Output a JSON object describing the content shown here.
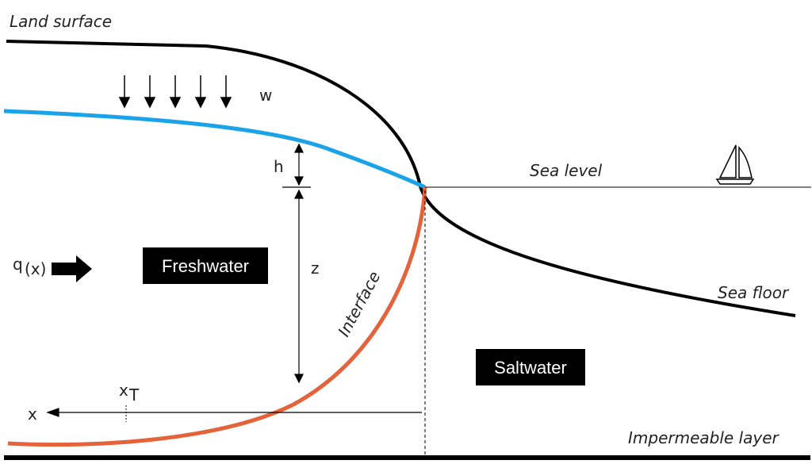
{
  "labels": {
    "land_surface": "Land surface",
    "sea_level": "Sea level",
    "sea_floor": "Sea floor",
    "impermeable_layer": "Impermeable layer",
    "interface": "Interface",
    "w": "w",
    "h": "h",
    "z": "z",
    "x": "x",
    "q_main": "q",
    "q_sub": "(x)",
    "xt_main": "x",
    "xt_sub": "T",
    "freshwater": "Freshwater",
    "saltwater": "Saltwater"
  },
  "colors": {
    "water_table": "#1aa3e8",
    "interface": "#e4633a",
    "lines": "#000000",
    "label_box": "#000000"
  },
  "icons": {
    "boat": "sailboat-icon",
    "flow": "right-arrow-icon"
  }
}
